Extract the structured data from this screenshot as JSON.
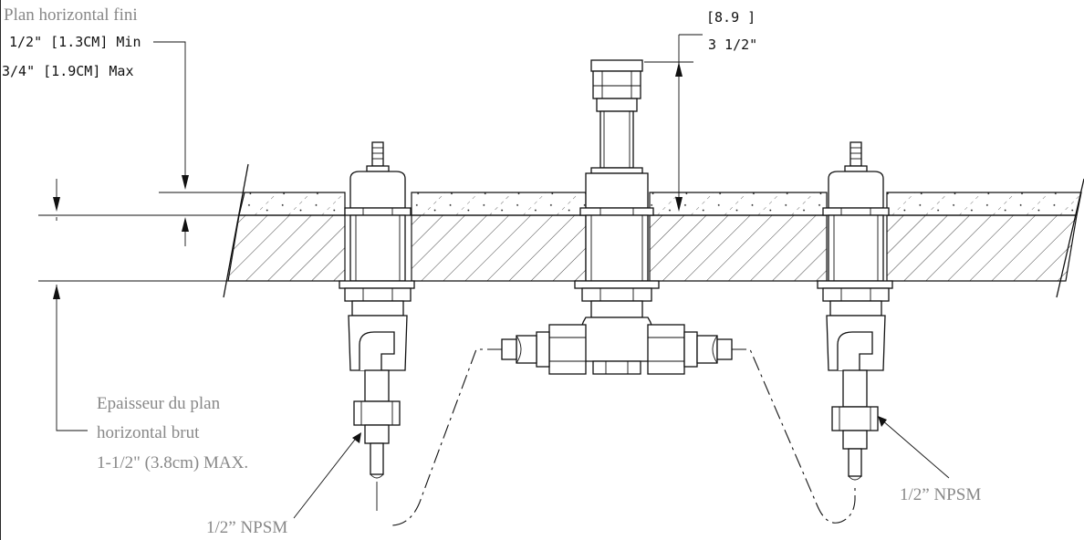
{
  "labels": {
    "finished_surface_title": "Plan horizontal fini",
    "finished_min": "1/2\" [1.3CM] Min",
    "finished_max": "3/4\"   [1.9CM] Max",
    "stem_height_metric": "[8.9 ]",
    "stem_height_imperial": "3 1/2\"",
    "rough_thickness_line1": "Epaisseur du plan",
    "rough_thickness_line2": "horizontal brut",
    "rough_thickness_line3": "1-1/2\" (3.8cm) MAX.",
    "thread_left": "1/2” NPSM",
    "thread_right": "1/2” NPSM"
  }
}
